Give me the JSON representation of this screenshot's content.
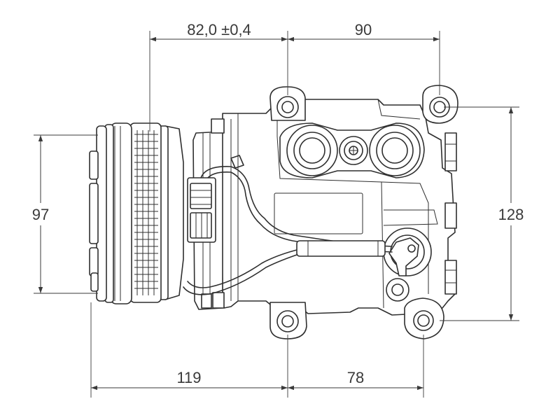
{
  "dimensions": {
    "top_left": "82,0 ±0,4",
    "top_right": "90",
    "left_height": "97",
    "right_height": "128",
    "bottom_left": "119",
    "bottom_right": "78"
  }
}
